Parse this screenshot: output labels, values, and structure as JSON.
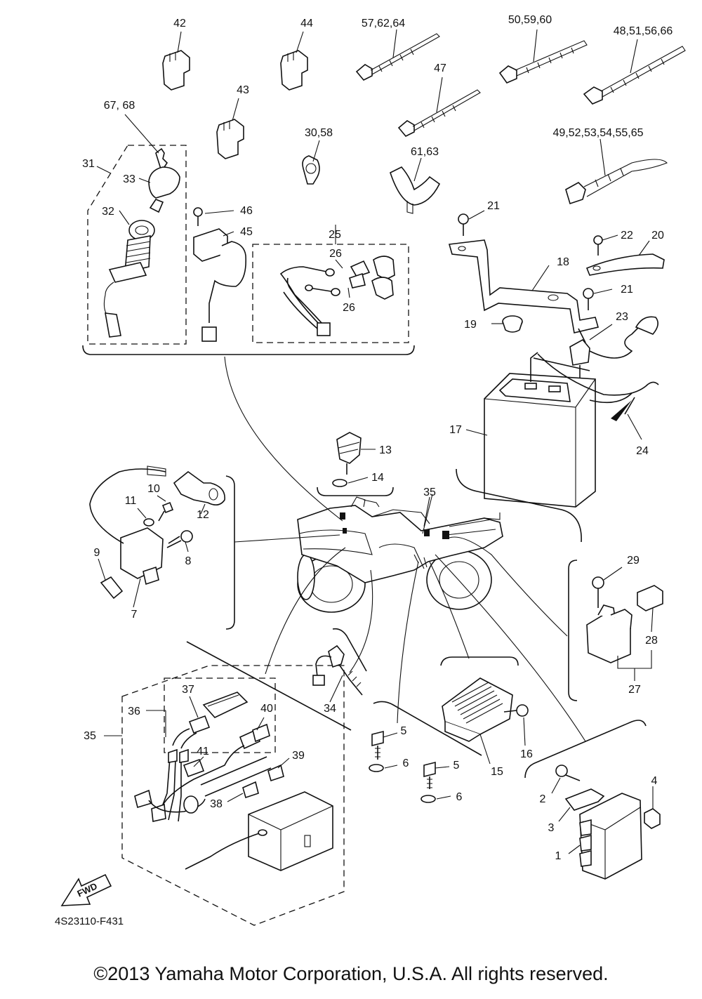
{
  "diagram_code": "4S23110-F431",
  "fwd_label": "FWD",
  "copyright": "©2013 Yamaha Motor Corporation, U.S.A. All rights reserved.",
  "callouts": {
    "c42": "42",
    "c44": "44",
    "c57_62_64": "57,62,64",
    "c50_59_60": "50,59,60",
    "c48_51_56_66": "48,51,56,66",
    "c43": "43",
    "c47": "47",
    "c67_68": "67, 68",
    "c30_58": "30,58",
    "c49_52_53_54_55_65": "49,52,53,54,55,65",
    "c31": "31",
    "c33": "33",
    "c61_63": "61,63",
    "c32": "32",
    "c46": "46",
    "c45": "45",
    "c25": "25",
    "c26a": "26",
    "c26b": "26",
    "c21a": "21",
    "c22": "22",
    "c20": "20",
    "c18": "18",
    "c21b": "21",
    "c19": "19",
    "c23": "23",
    "c17": "17",
    "c24": "24",
    "c13": "13",
    "c14": "14",
    "c35a": "35",
    "c10": "10",
    "c11": "11",
    "c12": "12",
    "c9": "9",
    "c8": "8",
    "c7": "7",
    "c29": "29",
    "c28": "28",
    "c27": "27",
    "c37": "37",
    "c36": "36",
    "c40": "40",
    "c35b": "35",
    "c41": "41",
    "c39": "39",
    "c38": "38",
    "c34": "34",
    "c5a": "5",
    "c6a": "6",
    "c5b": "5",
    "c6b": "6",
    "c15": "15",
    "c16": "16",
    "c4": "4",
    "c2": "2",
    "c3": "3",
    "c1": "1"
  }
}
